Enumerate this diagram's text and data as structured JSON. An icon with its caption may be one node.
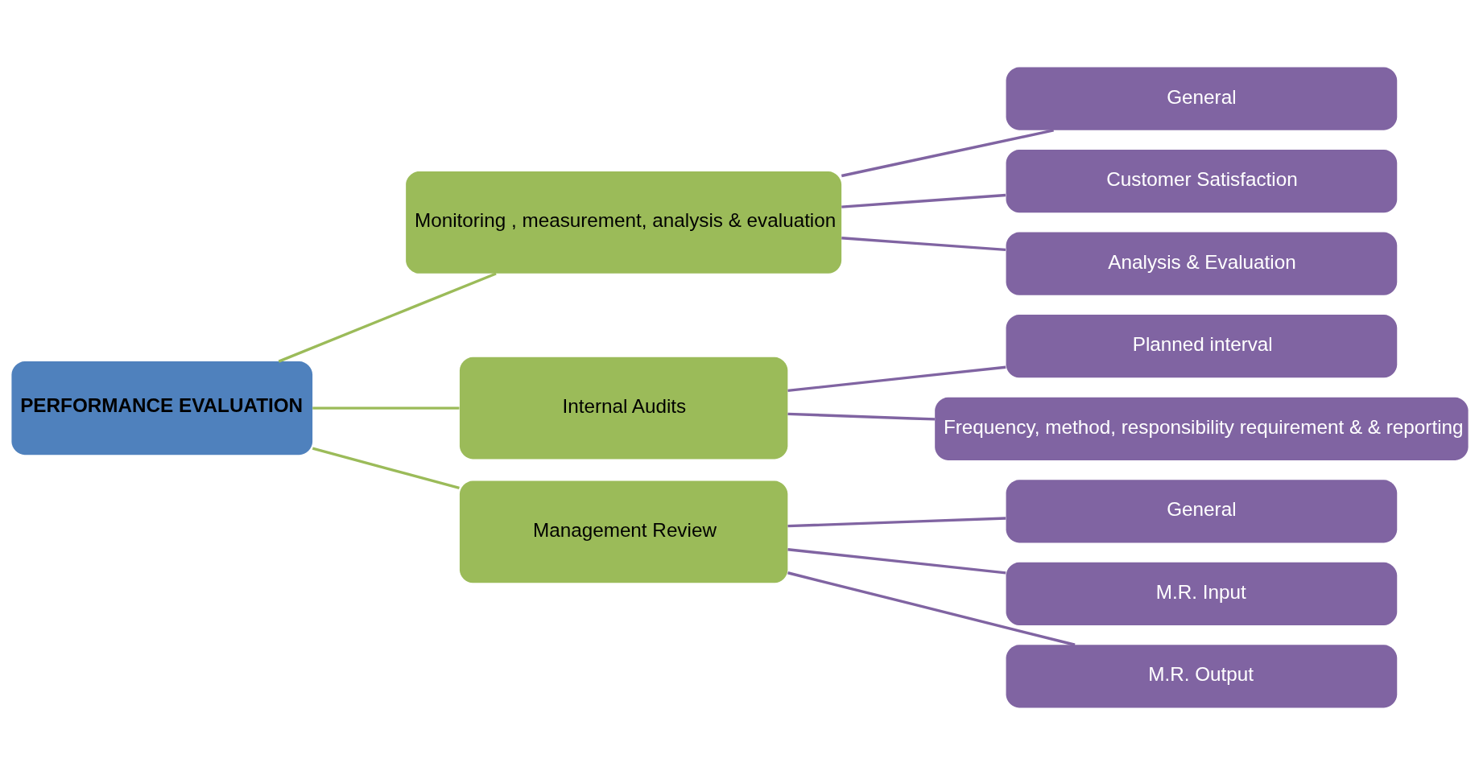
{
  "diagram": {
    "nodes": [
      {
        "text": [
          "PERFORMANCE EVALUATION"
        ]
      },
      {
        "text": [
          "Monitoring , measurement, analysis & evaluation"
        ]
      },
      {
        "text": [
          "Internal Audits"
        ]
      },
      {
        "text": [
          "Management Review"
        ]
      },
      {
        "text": [
          "General"
        ]
      },
      {
        "text": [
          "Customer Satisfaction"
        ]
      },
      {
        "text": [
          "Analysis & Evaluation"
        ]
      },
      {
        "text": [
          "Planned interval"
        ]
      },
      {
        "text": [
          "Frequency, method, responsibility requirement & & reporting"
        ]
      },
      {
        "text": [
          "General"
        ]
      },
      {
        "text": [
          "M.R. Input"
        ]
      },
      {
        "text": [
          "M.R. Output"
        ]
      }
    ],
    "edges": [
      {
        "from": 0,
        "to": 1,
        "arrow": "none",
        "color": "#9bbb59"
      },
      {
        "from": 0,
        "to": 2,
        "arrow": "none",
        "color": "#9bbb59"
      },
      {
        "from": 0,
        "to": 3,
        "arrow": "none",
        "color": "#9bbb59"
      },
      {
        "from": 1,
        "to": 4,
        "arrow": "none"
      },
      {
        "from": 1,
        "to": 5,
        "arrow": "none"
      },
      {
        "from": 1,
        "to": 6,
        "arrow": "none"
      },
      {
        "from": 2,
        "to": 7,
        "arrow": "none"
      },
      {
        "from": 2,
        "to": 8,
        "arrow": "none"
      },
      {
        "from": 3,
        "to": 9,
        "arrow": "none"
      },
      {
        "from": 3,
        "to": 10,
        "arrow": "none"
      },
      {
        "from": 3,
        "to": 11,
        "arrow": "none"
      }
    ]
  }
}
